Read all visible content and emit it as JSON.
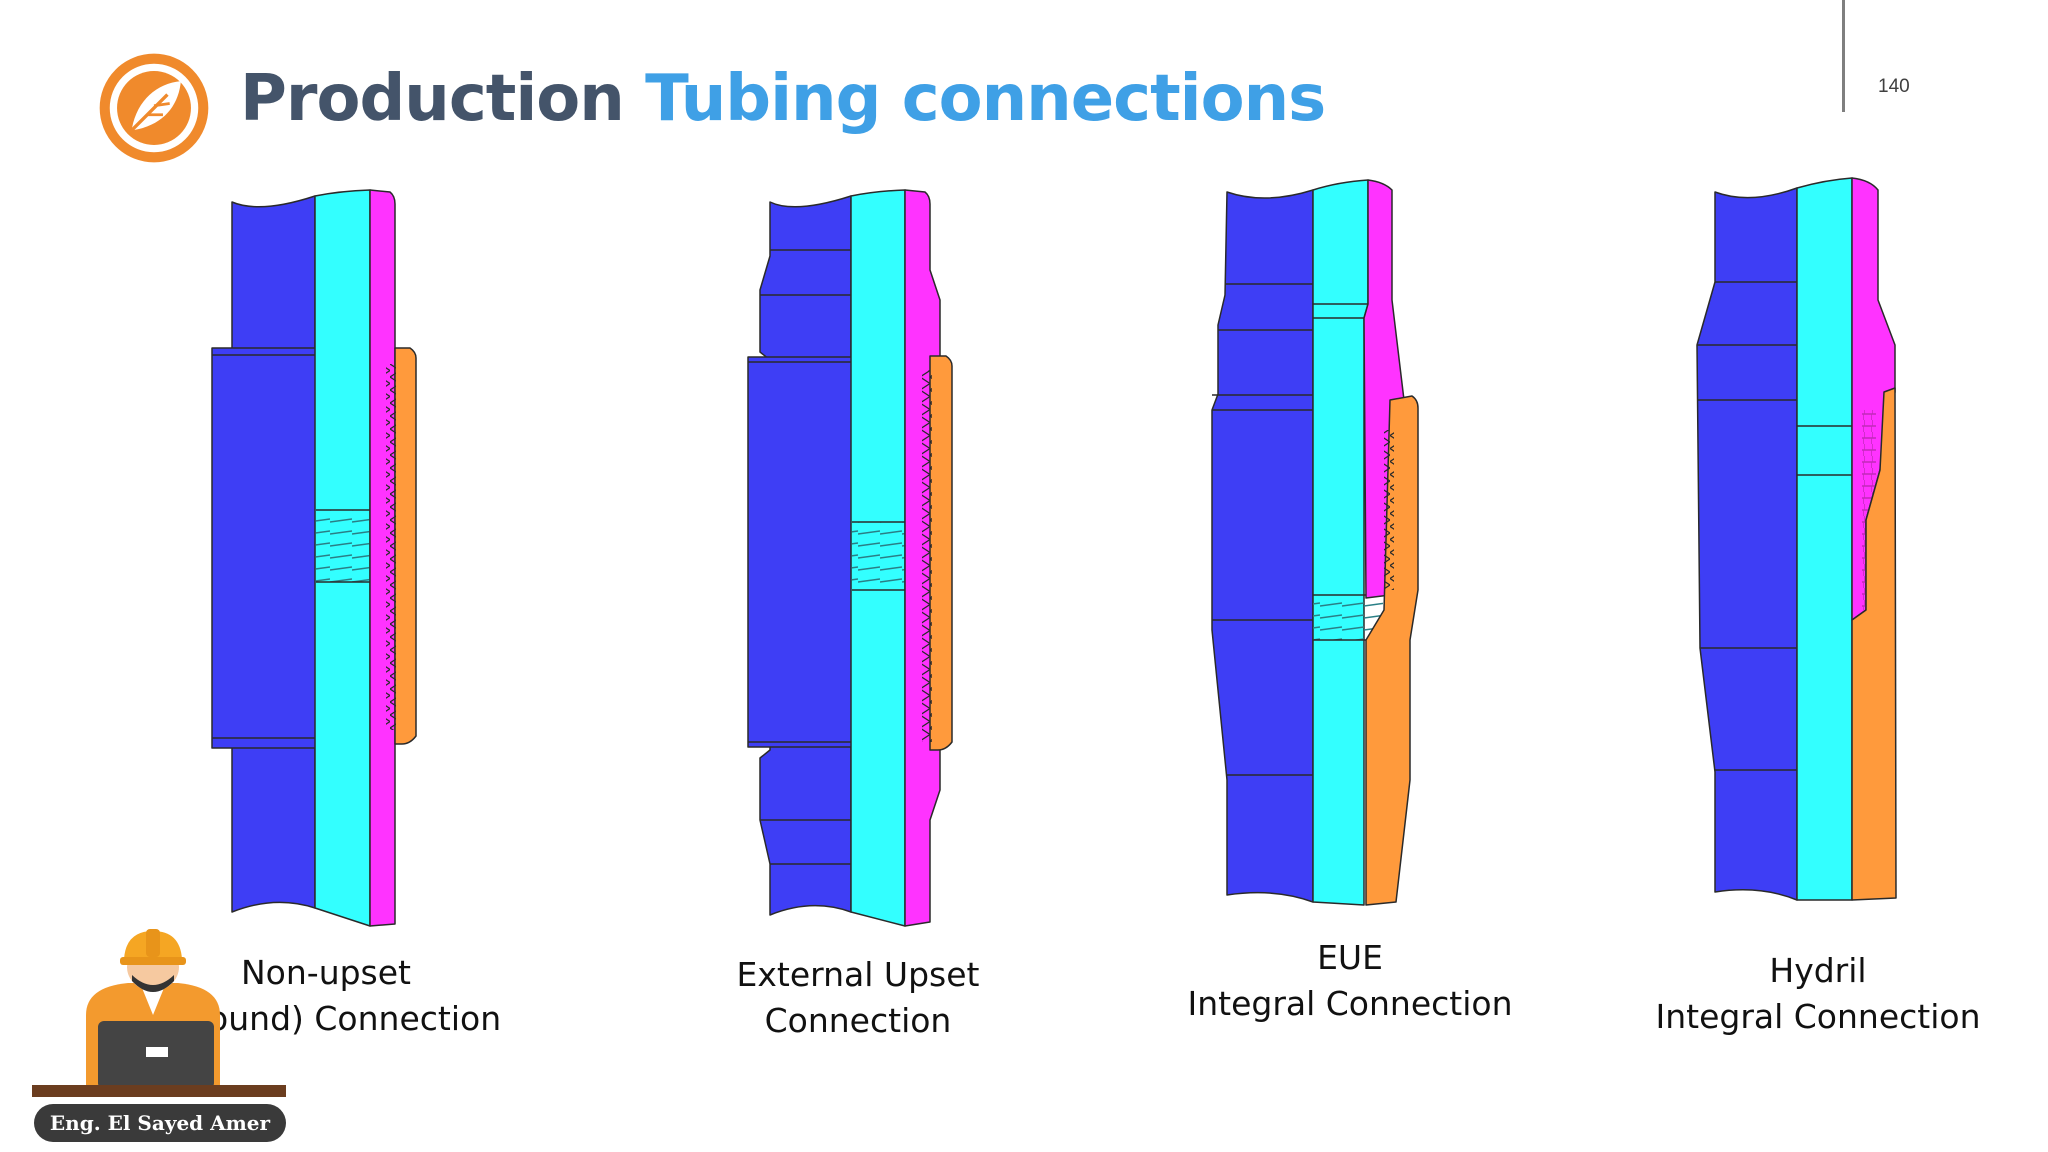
{
  "slide": {
    "title_part1": "Production",
    "title_part2": "Tubing connections",
    "page_number": "140",
    "author": "Eng. El Sayed Amer"
  },
  "colors": {
    "title_dark": "#44546a",
    "title_accent": "#3fa0e6",
    "pipe_body": "#3e3ef5",
    "bore": "#33ffff",
    "pin": "#ff33ff",
    "coupling": "#ff9a3c",
    "logo": "#f08a2c"
  },
  "icons": {
    "logo": "leaf-logo-icon",
    "avatar": "engineer-with-laptop-icon"
  },
  "connections": [
    {
      "line1": "Non-upset",
      "line2": "(8 round) Connection"
    },
    {
      "line1": "External Upset",
      "line2": "Connection"
    },
    {
      "line1": "EUE",
      "line2": "Integral Connection"
    },
    {
      "line1": "Hydril",
      "line2": "Integral Connection"
    }
  ]
}
